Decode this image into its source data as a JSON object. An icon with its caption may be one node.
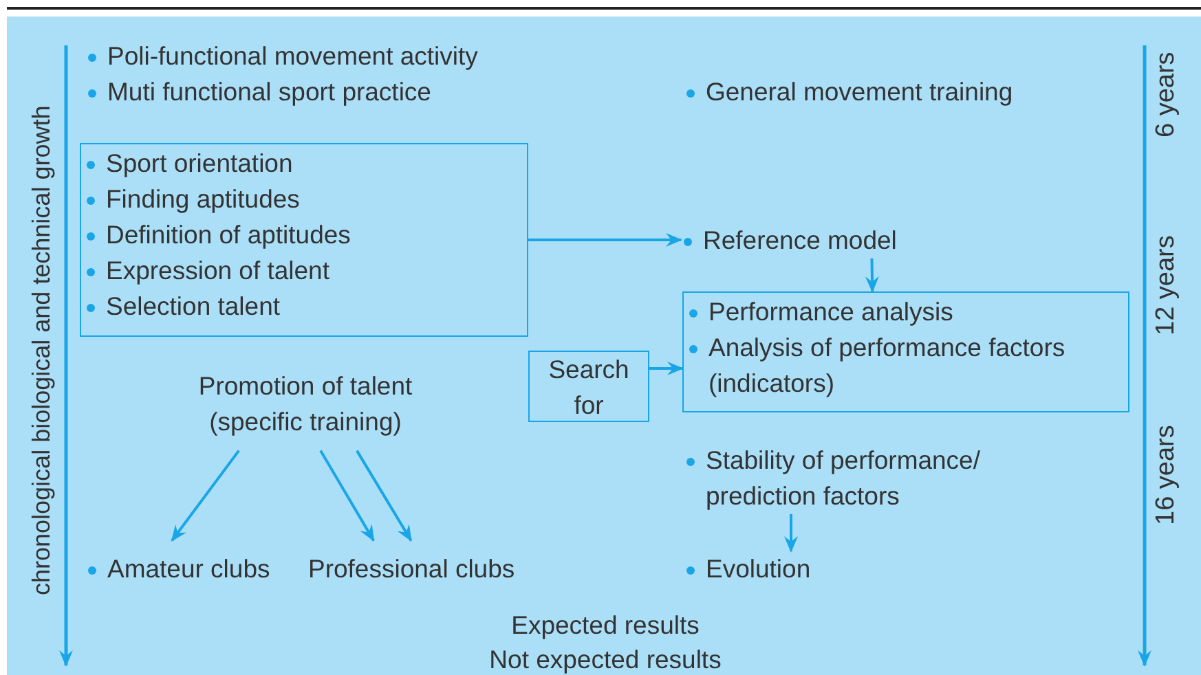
{
  "diagram": {
    "nodes": [
      {
        "text": [
          "Poli-functional movement activity"
        ]
      },
      {
        "text": [
          "Muti functional sport practice"
        ]
      },
      {
        "text": [
          "General movement training"
        ]
      },
      {
        "text": [
          "Sport orientation",
          "Finding aptitudes",
          "Definition of aptitudes",
          "Expression of talent",
          "Selection talent"
        ]
      },
      {
        "text": [
          "Reference model"
        ]
      },
      {
        "text": [
          "Performance analysis",
          "Analysis of performance factors (indicators)"
        ]
      },
      {
        "text": [
          "Search for"
        ]
      },
      {
        "text": [
          "Promotion of talent (specific training)"
        ]
      },
      {
        "text": [
          "Amateur clubs"
        ]
      },
      {
        "text": [
          "Professional clubs"
        ]
      },
      {
        "text": [
          "Stability of performance/ prediction factors"
        ]
      },
      {
        "text": [
          "Evolution"
        ]
      }
    ],
    "edges": [
      {
        "from": 3,
        "to": 4,
        "arrow": "to"
      },
      {
        "from": 4,
        "to": 5,
        "arrow": "to"
      },
      {
        "from": 6,
        "to": 5,
        "arrow": "to"
      },
      {
        "from": 7,
        "to": 8,
        "arrow": "to"
      },
      {
        "from": 7,
        "to": 9,
        "arrow": "to"
      },
      {
        "from": 7,
        "to": 9,
        "arrow": "to"
      },
      {
        "from": 10,
        "to": 11,
        "arrow": "to"
      }
    ],
    "labels": [
      "chronological biological and technical growth",
      "6 years",
      "12 years",
      "16 years",
      "Expected results",
      "Not expected results"
    ]
  }
}
